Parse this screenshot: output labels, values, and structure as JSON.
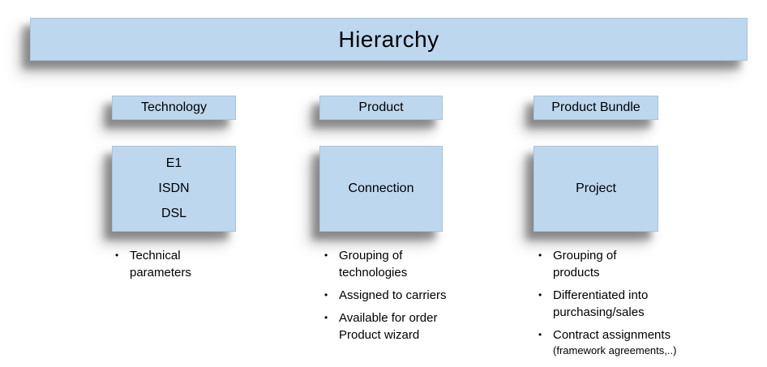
{
  "title": "Hierarchy",
  "bullet_glyph": "•",
  "colors": {
    "box_fill": "#BDD7EE",
    "text": "#000000",
    "background": "#FFFFFF",
    "shadow_gray": "#4B4B4B"
  },
  "columns": [
    {
      "header": "Technology",
      "box_lines": [
        "E1",
        "ISDN",
        "DSL"
      ],
      "bullets": [
        {
          "lines": [
            "Technical",
            "parameters"
          ]
        }
      ]
    },
    {
      "header": "Product",
      "box_lines": [
        "Connection"
      ],
      "bullets": [
        {
          "lines": [
            "Grouping of",
            "technologies"
          ]
        },
        {
          "lines": [
            "Assigned to carriers"
          ]
        },
        {
          "lines": [
            "Available for order",
            "Product wizard"
          ]
        }
      ]
    },
    {
      "header": "Product Bundle",
      "box_lines": [
        "Project"
      ],
      "bullets": [
        {
          "lines": [
            "Grouping of",
            "products"
          ]
        },
        {
          "lines": [
            "Differentiated into",
            "purchasing/sales"
          ]
        },
        {
          "lines": [
            "Contract assignments"
          ],
          "note": "(framework agreements,..)"
        }
      ]
    }
  ]
}
